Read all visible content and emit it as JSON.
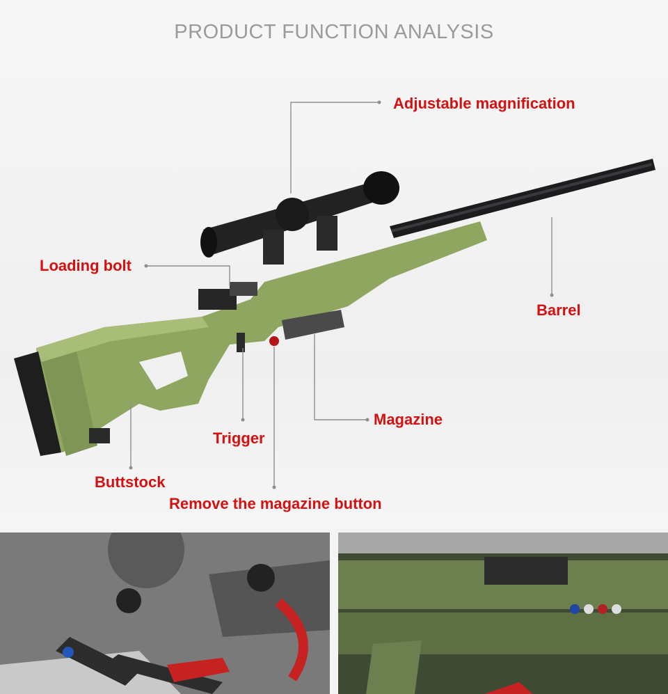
{
  "title": "PRODUCT FUNCTION ANALYSIS",
  "callouts": {
    "scope": "Adjustable magnification",
    "bolt": "Loading bolt",
    "barrel": "Barrel",
    "magazine": "Magazine",
    "trigger": "Trigger",
    "buttstock": "Buttstock",
    "release": "Remove the magazine button"
  },
  "colors": {
    "callout_text": "#d51010",
    "title_text": "#9a9a9a",
    "rifle_body": "#8fa660",
    "leader_line": "#8e8e8e"
  },
  "images": {
    "rifle": "brick-built sniper rifle model with scope",
    "detail_left": "close-up of scope mount with red rotation arrows",
    "detail_right": "close-up of green brick receiver and pins"
  }
}
